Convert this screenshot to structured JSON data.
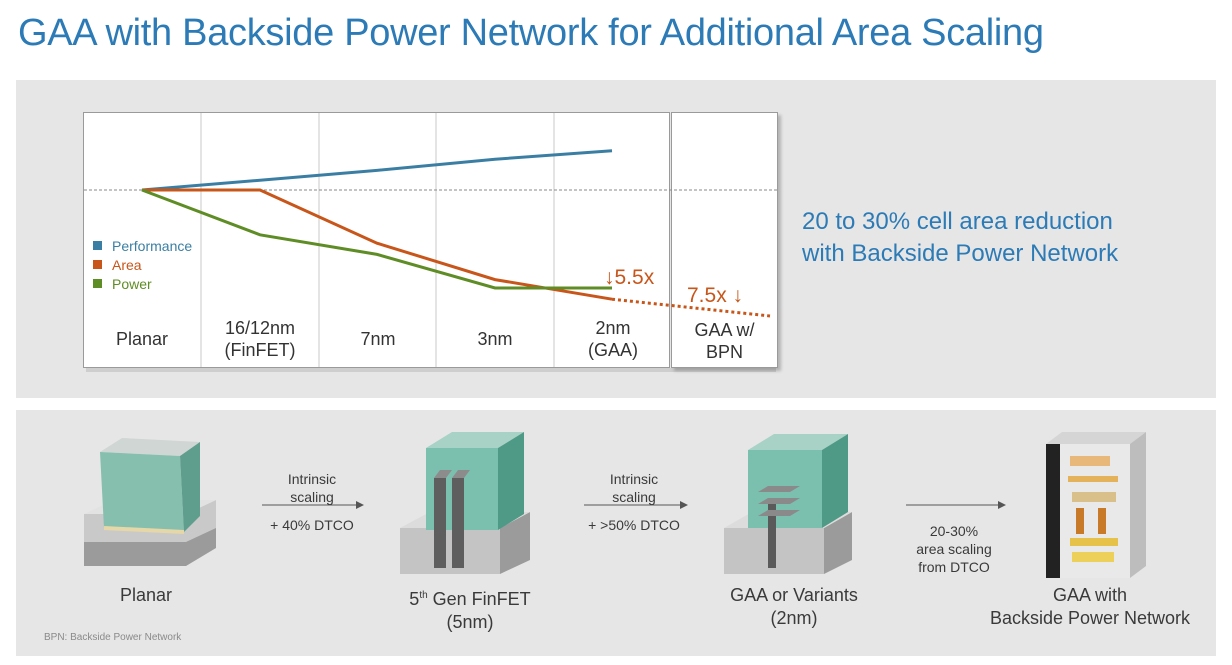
{
  "title": "GAA with Backside Power Network for Additional Area Scaling",
  "colors": {
    "title": "#2c7bb6",
    "performance": "#3a7fa3",
    "area": "#c8561a",
    "power": "#5f8d25",
    "panel": "#e6e6e6"
  },
  "chart_data": {
    "type": "line",
    "categories": [
      "Planar",
      "16/12nm\n(FinFET)",
      "7nm",
      "3nm",
      "2nm\n(GAA)",
      "GAA w/\nBPN"
    ],
    "baseline": "dashed",
    "series": [
      {
        "name": "Performance",
        "values": [
          0,
          0.35,
          0.7,
          1.1,
          1.4,
          null
        ]
      },
      {
        "name": "Area",
        "values": [
          0,
          0,
          -1.9,
          -3.2,
          -3.9,
          -4.5
        ]
      },
      {
        "name": "Power",
        "values": [
          0,
          -1.6,
          -2.3,
          -3.5,
          -3.5,
          null
        ]
      }
    ],
    "annotations": [
      "↓5.5x",
      "7.5x ↓"
    ],
    "legend_position": "left"
  },
  "callout": "20 to 30% cell area reduction\nwith Backside Power Network",
  "stages": [
    {
      "label": "Planar"
    },
    {
      "label": "5th Gen FinFET",
      "sup": "th",
      "prefix": "5",
      "suffix": " Gen FinFET",
      "sub": "(5nm)"
    },
    {
      "label": "GAA or Variants",
      "sub": "(2nm)"
    },
    {
      "label": "GAA with",
      "sub": "Backside Power Network"
    }
  ],
  "transitions": [
    {
      "line1": "Intrinsic",
      "line2": "scaling",
      "line3": "+ 40% DTCO"
    },
    {
      "line1": "Intrinsic",
      "line2": "scaling",
      "line3": "+ >50% DTCO"
    },
    {
      "line1": "20-30%",
      "line2": "area scaling",
      "line3": "from DTCO"
    }
  ],
  "footnote": "BPN: Backside Power Network"
}
